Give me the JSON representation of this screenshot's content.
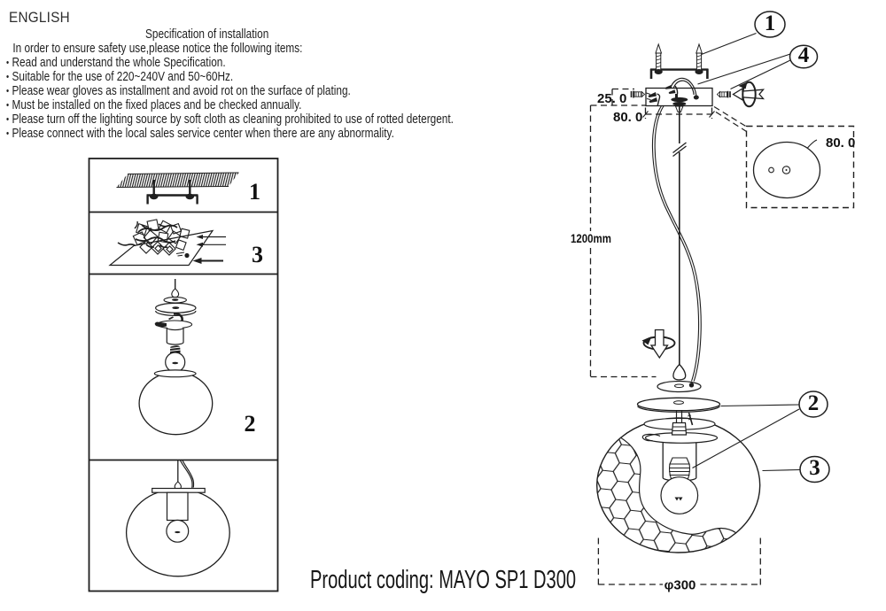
{
  "page": {
    "language_label": "ENGLISH",
    "product_line": "Product coding: MAYO SP1 D300"
  },
  "spec": {
    "heading": "Specification of installation",
    "intro": "In order to ensure safety use,please notice the following items:",
    "bullet": "•",
    "items": [
      "Read and understand the whole Specification.",
      "Suitable for the use of 220~240V and 50~60Hz.",
      "Please wear gloves as installment and avoid rot on the surface of plating.",
      "Must be installed on the fixed places and be checked annually.",
      "Please turn off the lighting source by soft cloth as cleaning prohibited to use of rotted detergent.",
      "Please connect with the local sales service center when there are any abnormality."
    ]
  },
  "step_panels": {
    "labels": [
      "1",
      "3",
      "2"
    ]
  },
  "callouts": {
    "mounting_screws": "1",
    "canopy_screws": "4",
    "canopy_plate": "2",
    "glass_globe": "3"
  },
  "dimensions": {
    "canopy_height": "25. 0",
    "canopy_width": "80. 0",
    "suspension_length": "1200mm",
    "canopy_diameter": "80. 0",
    "globe_diameter": "φ300"
  },
  "colors": {
    "ink": "#1f1f1f",
    "background": "#ffffff"
  }
}
